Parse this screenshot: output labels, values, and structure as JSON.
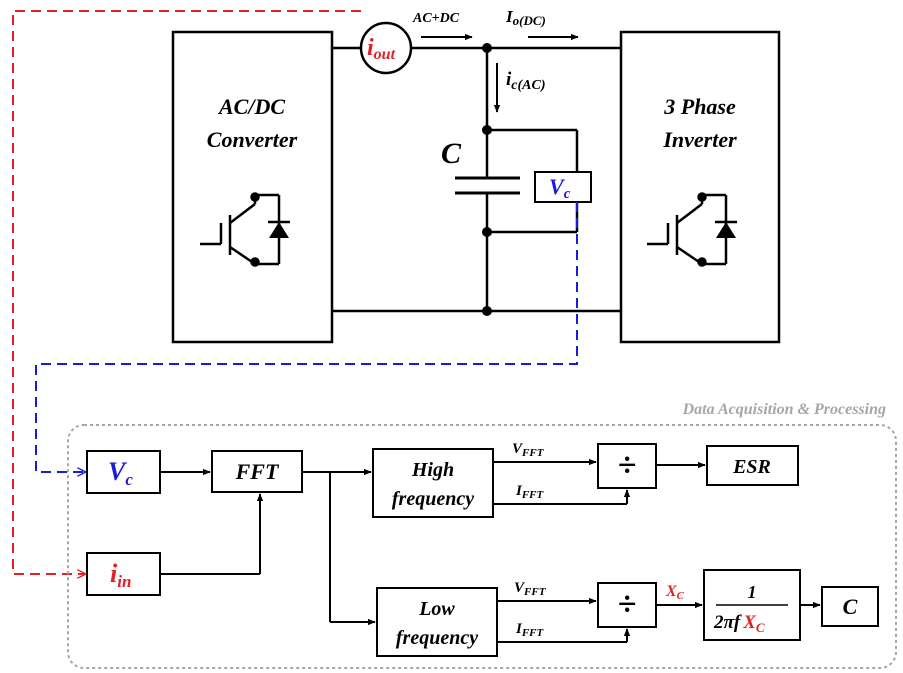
{
  "title": "Data Acquisition & Processing",
  "power_stage": {
    "converter": [
      "AC/DC",
      "Converter"
    ],
    "inverter": [
      "3 Phase",
      "Inverter"
    ],
    "capacitor": "C",
    "current_sensor": {
      "main": "i",
      "sub": "out"
    },
    "voltage_sensor": {
      "main": "V",
      "sub": "c"
    },
    "flow_acdc": "AC+DC",
    "flow_io": {
      "main": "I",
      "sub": "o(DC)"
    },
    "flow_ic": {
      "main": "i",
      "sub": "c(AC)"
    }
  },
  "processing": {
    "vc_input": {
      "main": "V",
      "sub": "c"
    },
    "iin_input": {
      "main": "i",
      "sub": "in"
    },
    "fft": "FFT",
    "high_freq": [
      "High",
      "frequency"
    ],
    "low_freq": [
      "Low",
      "frequency"
    ],
    "divide_symbol": "÷",
    "vfft": {
      "main": "V",
      "sub": "FFT"
    },
    "ifft": {
      "main": "I",
      "sub": "FFT"
    },
    "xc": {
      "main": "X",
      "sub": "C"
    },
    "esr": "ESR",
    "formula_num": "1",
    "formula_den": "2πf",
    "formula_x": {
      "main": "X",
      "sub": "C"
    },
    "cap_output": "C"
  },
  "colors": {
    "current_path": "#e31e24",
    "voltage_path": "#1c1cd6",
    "frame": "#a6a6a6",
    "lines": "#000000"
  }
}
